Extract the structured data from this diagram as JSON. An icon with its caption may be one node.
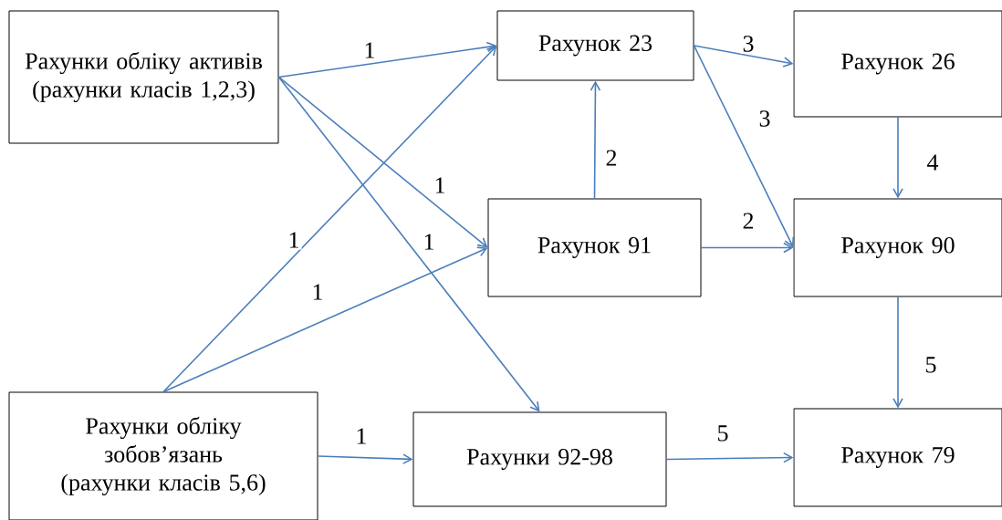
{
  "diagram": {
    "nodes": [
      {
        "text": [
          "Рахунки обліку активів (рахунки класів 1,2,3)"
        ]
      },
      {
        "text": [
          "Рахунок 23"
        ]
      },
      {
        "text": [
          "Рахунок 26"
        ]
      },
      {
        "text": [
          "Рахунок 91"
        ]
      },
      {
        "text": [
          "Рахунок 90"
        ]
      },
      {
        "text": [
          "Рахунки обліку зобов’язань (рахунки класів 5,6)"
        ]
      },
      {
        "text": [
          "Рахунки 92-98"
        ]
      },
      {
        "text": [
          "Рахунок 79"
        ]
      }
    ],
    "edges": [
      {
        "from": 0,
        "to": 1,
        "arrow": "to",
        "label": "1"
      },
      {
        "from": 0,
        "to": 3,
        "arrow": "to",
        "label": "1"
      },
      {
        "from": 0,
        "to": 6,
        "arrow": "to",
        "label": "1"
      },
      {
        "from": 5,
        "to": 1,
        "arrow": "to",
        "label": "1"
      },
      {
        "from": 5,
        "to": 3,
        "arrow": "to",
        "label": "1"
      },
      {
        "from": 5,
        "to": 6,
        "arrow": "to",
        "label": "1"
      },
      {
        "from": 3,
        "to": 1,
        "arrow": "to",
        "label": "2"
      },
      {
        "from": 1,
        "to": 2,
        "arrow": "to",
        "label": "3"
      },
      {
        "from": 1,
        "to": 4,
        "arrow": "to",
        "label": "3"
      },
      {
        "from": 2,
        "to": 4,
        "arrow": "to",
        "label": "4"
      },
      {
        "from": 3,
        "to": 4,
        "arrow": "to",
        "label": "2"
      },
      {
        "from": 4,
        "to": 7,
        "arrow": "to",
        "label": "5"
      },
      {
        "from": 6,
        "to": 7,
        "arrow": "to",
        "label": "5"
      }
    ]
  }
}
